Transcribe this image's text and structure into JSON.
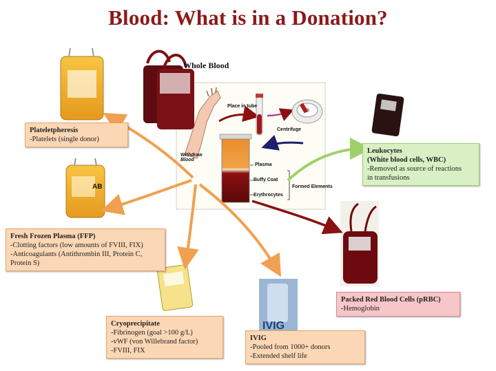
{
  "title": "Blood: What is in a Donation?",
  "whole_blood": "Whole Blood",
  "process": {
    "withdraw": "Withdraw Blood",
    "place_in_tube": "Place in tube",
    "centrifuge": "Centrifuge",
    "plasma": "Plasma",
    "buffy_coat": "Buffy Coat",
    "erythrocytes": "Erythrocytes",
    "formed_elements": "Formed Elements"
  },
  "ffp_bag_label": "AB",
  "ivig_bag_label": "IVIG",
  "products": {
    "plateletpheresis": {
      "title": "Plateletpheresis",
      "lines": [
        "-Platelets (single donor)"
      ]
    },
    "ffp": {
      "title": "Fresh Frozen Plasma (FFP)",
      "lines": [
        "-Clotting factors (low amounts of FVIII, FIX)",
        "-Anticoagulants (Antithrombin III, Protein C,",
        "Protein S)"
      ]
    },
    "cryo": {
      "title": "Cryoprecipitate",
      "lines": [
        "-Fibrinogen (goal >100 g/L)",
        "-vWF (von Willebrand factor)",
        "-FVIII, FIX"
      ]
    },
    "ivig": {
      "title": "IVIG",
      "lines": [
        "-Pooled from 1000+ donors",
        "-Extended shelf life"
      ]
    },
    "prbc": {
      "title": "Packed Red Blood Cells (pRBC)",
      "lines": [
        "-Hemoglobin"
      ]
    },
    "leukocytes": {
      "title": "Leukocytes",
      "subtitle": "(White blood cells, WBC)",
      "lines": [
        "-Removed as source of reactions",
        "in transfusions"
      ]
    }
  },
  "colors": {
    "title": "#8b1a1a",
    "orange_arrow": "#f0a050",
    "green_arrow": "#9fd16a",
    "red_arrow": "#8b1010",
    "navy_arrow": "#1f1f6b"
  }
}
